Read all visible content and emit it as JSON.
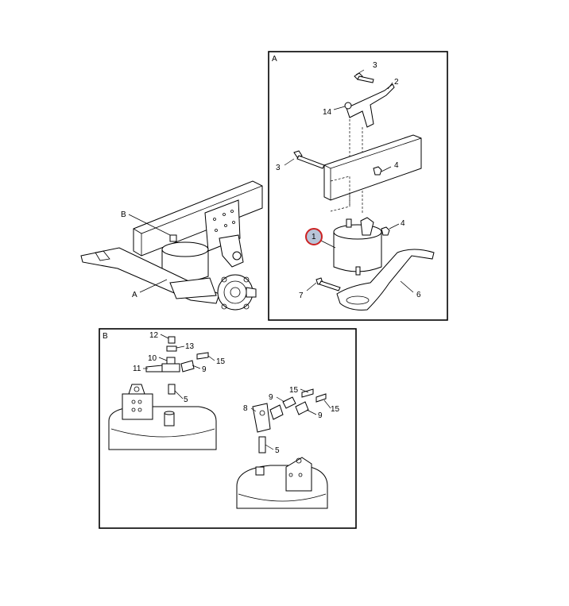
{
  "overview": {
    "label_b": "B",
    "label_a": "A"
  },
  "detail_a": {
    "title": "A",
    "callouts": {
      "c3_top": "3",
      "c2": "2",
      "c14": "14",
      "c3_left": "3",
      "c4_top": "4",
      "c4_mid": "4",
      "c1": "1",
      "c7": "7",
      "c6": "6"
    },
    "highlight_color": "#cc2222",
    "highlight_fill": "#b8c4d8"
  },
  "detail_b": {
    "title": "B",
    "callouts": {
      "c12": "12",
      "c13": "13",
      "c10": "10",
      "c15_left": "15",
      "c11": "11",
      "c9_left": "9",
      "c5_left": "5",
      "c15_right_top": "15",
      "c9_right_top": "9",
      "c8": "8",
      "c9_right_bottom": "9",
      "c15_right_bottom": "15",
      "c5_right": "5"
    }
  }
}
